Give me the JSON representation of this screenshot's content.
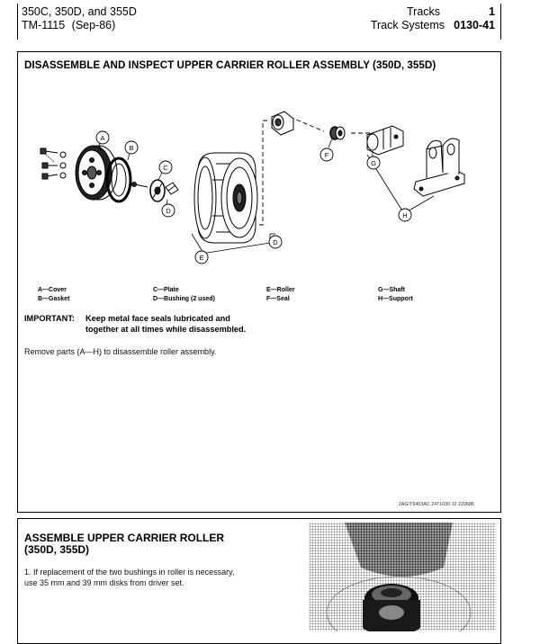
{
  "header": {
    "model_line": "350C, 350D, and 355D",
    "manual_line": "TM-1115",
    "date_line": "(Sep-86)",
    "section": "Tracks",
    "page_num": "1",
    "group": "Track Systems",
    "group_code": "0130-41"
  },
  "panel1": {
    "title": "DISASSEMBLE AND INSPECT UPPER CARRIER ROLLER ASSEMBLY (350D, 355D)",
    "callouts": [
      "A",
      "B",
      "C",
      "D",
      "E",
      "D",
      "F",
      "G",
      "H"
    ],
    "legend": [
      [
        "A—Cover",
        "C—Plate",
        "E—Roller",
        "G—Shaft"
      ],
      [
        "B—Gasket",
        "D—Bushing (2 used)",
        "F—Seal",
        "H—Support"
      ]
    ],
    "important_label": "IMPORTANT:",
    "important_line1": "Keep metal face seals lubricated and",
    "important_line2": "together at all times while disassembled.",
    "instruction": "Remove parts (A—H) to disassemble roller assembly.",
    "ref_code": "2AG/T6403AC  2471030  J2  220686"
  },
  "panel2": {
    "title_line1": "ASSEMBLE UPPER CARRIER ROLLER",
    "title_line2": "(350D, 355D)",
    "step1_line1": "1. If replacement of the two bushings in roller is necessary,",
    "step1_line2": "use 35 mm and 39 mm disks from driver set."
  }
}
